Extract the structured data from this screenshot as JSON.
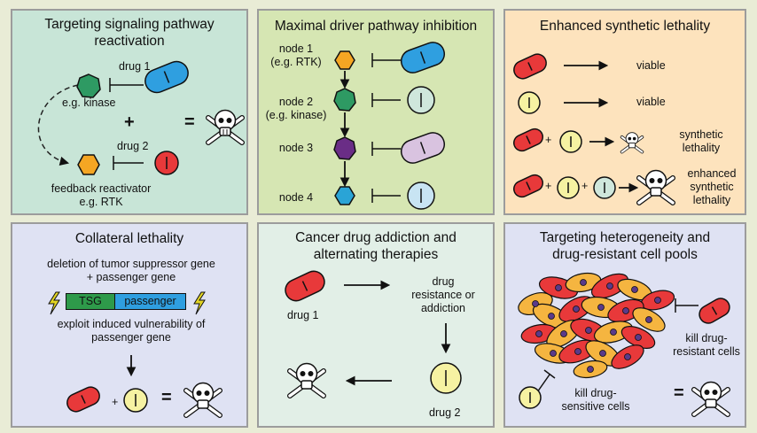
{
  "colors": {
    "panel_green": "#c8e5d7",
    "panel_lime": "#d6e6b3",
    "panel_peach": "#fde3bd",
    "panel_lavender": "#dfe2f3",
    "panel_mint": "#e2efe7",
    "drug_blue": "#2f9fe0",
    "drug_red": "#e8393a",
    "drug_yellow": "#f6f2a2",
    "drug_mint": "#cfe7dc",
    "drug_lilac": "#d9c3e0",
    "drug_lightblue": "#c8e4f3",
    "node_orange": "#f5a623",
    "node_green": "#2e9a63",
    "node_purple": "#6a2d86",
    "node_blue": "#2aa4d6"
  },
  "panels": {
    "p1": {
      "title_line1": "Targeting signaling pathway",
      "title_line2": "reactivation",
      "drug1": "drug 1",
      "kinase": "e.g. kinase",
      "plus": "+",
      "equals": "=",
      "drug2": "drug 2",
      "feedback_line1": "feedback reactivator",
      "feedback_line2": "e.g. RTK"
    },
    "p2": {
      "title": "Maximal driver pathway inhibition",
      "node1_line1": "node 1",
      "node1_line2": "(e.g. RTK)",
      "node2_line1": "node 2",
      "node2_line2": "(e.g. kinase)",
      "node3": "node 3",
      "node4": "node 4"
    },
    "p3": {
      "title": "Enhanced synthetic lethality",
      "viable1": "viable",
      "viable2": "viable",
      "synthetic_line1": "synthetic",
      "synthetic_line2": "lethality",
      "enhanced_line1": "enhanced",
      "enhanced_line2": "synthetic",
      "enhanced_line3": "lethality",
      "plus": "+"
    },
    "p4": {
      "title": "Collateral lethality",
      "deletion_line1": "deletion of tumor suppressor gene",
      "deletion_line2": "+ passenger gene",
      "tsg": "TSG",
      "passenger": "passenger",
      "exploit_line1": "exploit induced vulnerability of",
      "exploit_line2": "passenger gene",
      "plus": "+",
      "equals": "="
    },
    "p5": {
      "title_line1": "Cancer drug addiction and",
      "title_line2": "alternating therapies",
      "drug1": "drug 1",
      "resist_line1": "drug",
      "resist_line2": "resistance or",
      "resist_line3": "addiction",
      "drug2": "drug 2"
    },
    "p6": {
      "title_line1": "Targeting heterogeneity and",
      "title_line2": "drug-resistant cell pools",
      "kill_resistant_line1": "kill drug-",
      "kill_resistant_line2": "resistant cells",
      "kill_sensitive_line1": "kill drug-",
      "kill_sensitive_line2": "sensitive cells",
      "equals": "="
    }
  }
}
